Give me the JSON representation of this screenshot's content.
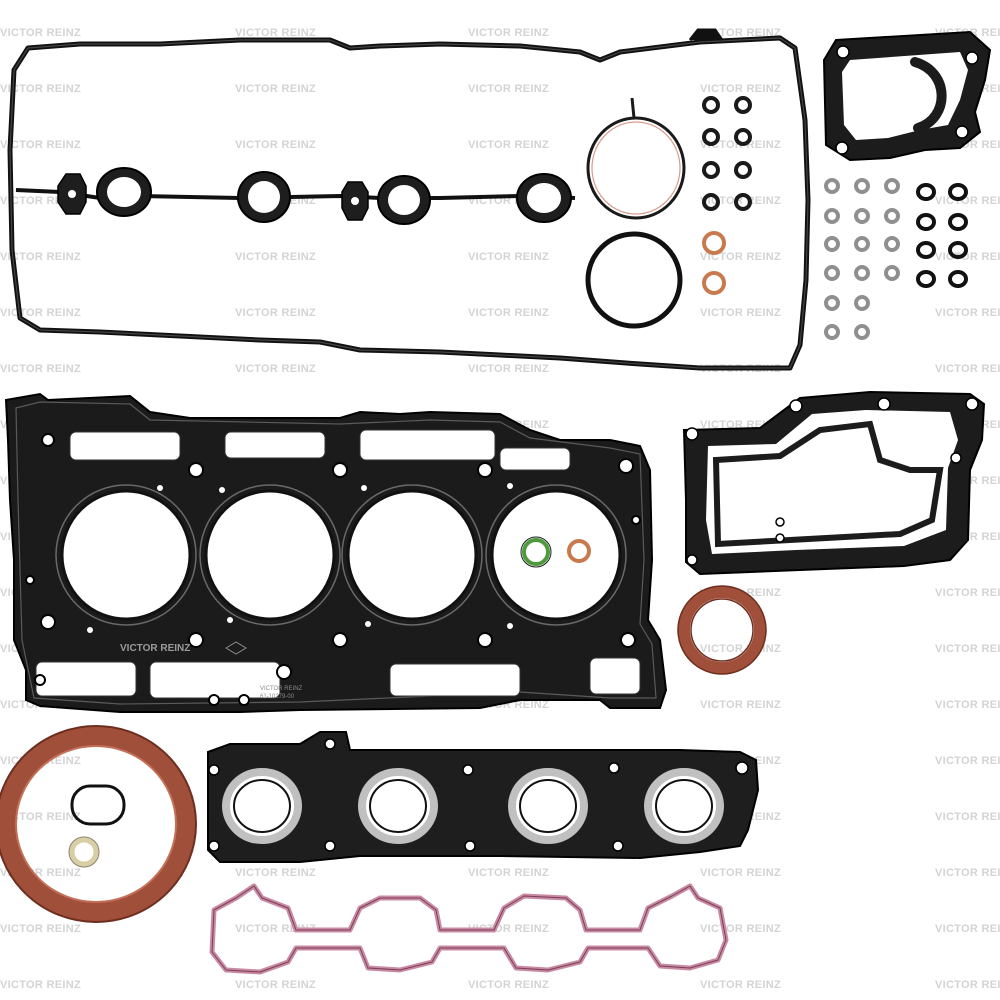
{
  "brand": {
    "watermark_text": "VICTOR REINZ",
    "stamp_text": "VICTOR REINZ",
    "part_marking": "61-10279-00"
  },
  "colors": {
    "gasket_black": "#1c1c1c",
    "gasket_edge": "#000000",
    "seal_brown": "#a0503a",
    "seal_brown_dark": "#6e2e1e",
    "copper": "#c87a4e",
    "green_ring": "#4f9a3e",
    "beige_ring": "#d9cfa6",
    "pink_gasket": "#c98aa3",
    "steel": "#b7b7b7",
    "watermark": "#d3d3d3"
  },
  "parts": [
    {
      "name": "valve-cover-gasket"
    },
    {
      "name": "throttle-body-gasket"
    },
    {
      "name": "o-ring-seals"
    },
    {
      "name": "copper-washers"
    },
    {
      "name": "valve-stem-seals"
    },
    {
      "name": "water-pump-gasket"
    },
    {
      "name": "cylinder-head-gasket"
    },
    {
      "name": "timing-cover-gasket"
    },
    {
      "name": "front-crankshaft-seal"
    },
    {
      "name": "rear-crankshaft-seal"
    },
    {
      "name": "exhaust-manifold-gasket"
    },
    {
      "name": "intake-manifold-gasket"
    }
  ]
}
